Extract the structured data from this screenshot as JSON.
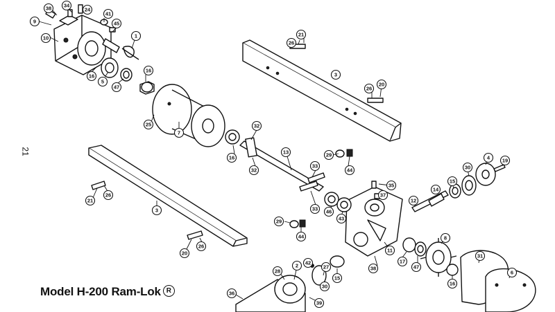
{
  "title": {
    "model": "Model H-200 Ram-Lok",
    "reg_mark": "R"
  },
  "page_number": "21",
  "callouts": [
    {
      "id": "c38",
      "label": "38"
    },
    {
      "id": "c34",
      "label": "34"
    },
    {
      "id": "c24",
      "label": "24"
    },
    {
      "id": "c9",
      "label": "9"
    },
    {
      "id": "c41",
      "label": "41"
    },
    {
      "id": "c45",
      "label": "45"
    },
    {
      "id": "c1",
      "label": "1"
    },
    {
      "id": "c10",
      "label": "10"
    },
    {
      "id": "c16a",
      "label": "16"
    },
    {
      "id": "c5",
      "label": "5"
    },
    {
      "id": "c47a",
      "label": "47"
    },
    {
      "id": "c16b",
      "label": "16"
    },
    {
      "id": "c25",
      "label": "25"
    },
    {
      "id": "c7",
      "label": "7"
    },
    {
      "id": "c21a",
      "label": "21"
    },
    {
      "id": "c26a",
      "label": "26"
    },
    {
      "id": "c3a",
      "label": "3"
    },
    {
      "id": "c26b",
      "label": "26"
    },
    {
      "id": "c20a",
      "label": "20"
    },
    {
      "id": "c32a",
      "label": "32"
    },
    {
      "id": "c16c",
      "label": "16"
    },
    {
      "id": "c32b",
      "label": "32"
    },
    {
      "id": "c13",
      "label": "13"
    },
    {
      "id": "c29a",
      "label": "29"
    },
    {
      "id": "c44a",
      "label": "44"
    },
    {
      "id": "c33a",
      "label": "33"
    },
    {
      "id": "c33b",
      "label": "33"
    },
    {
      "id": "c35",
      "label": "35"
    },
    {
      "id": "c37",
      "label": "37"
    },
    {
      "id": "c46",
      "label": "46"
    },
    {
      "id": "c43",
      "label": "43"
    },
    {
      "id": "c29b",
      "label": "29"
    },
    {
      "id": "c44b",
      "label": "44"
    },
    {
      "id": "c11",
      "label": "11"
    },
    {
      "id": "c12",
      "label": "12"
    },
    {
      "id": "c14",
      "label": "14"
    },
    {
      "id": "c15a",
      "label": "15"
    },
    {
      "id": "c30a",
      "label": "30"
    },
    {
      "id": "c4",
      "label": "4"
    },
    {
      "id": "c19",
      "label": "19"
    },
    {
      "id": "c21b",
      "label": "21"
    },
    {
      "id": "c26c",
      "label": "26"
    },
    {
      "id": "c3b",
      "label": "3"
    },
    {
      "id": "c26d",
      "label": "26"
    },
    {
      "id": "c20b",
      "label": "20"
    },
    {
      "id": "c42",
      "label": "42"
    },
    {
      "id": "c28",
      "label": "28"
    },
    {
      "id": "c2",
      "label": "2"
    },
    {
      "id": "c27",
      "label": "27"
    },
    {
      "id": "c30b",
      "label": "30"
    },
    {
      "id": "c15b",
      "label": "15"
    },
    {
      "id": "c39",
      "label": "39"
    },
    {
      "id": "c36",
      "label": "36"
    },
    {
      "id": "c38b",
      "label": "38"
    },
    {
      "id": "c17",
      "label": "17"
    },
    {
      "id": "c47b",
      "label": "47"
    },
    {
      "id": "c8",
      "label": "8"
    },
    {
      "id": "c16d",
      "label": "16"
    },
    {
      "id": "c31",
      "label": "31"
    },
    {
      "id": "c6",
      "label": "6"
    }
  ]
}
